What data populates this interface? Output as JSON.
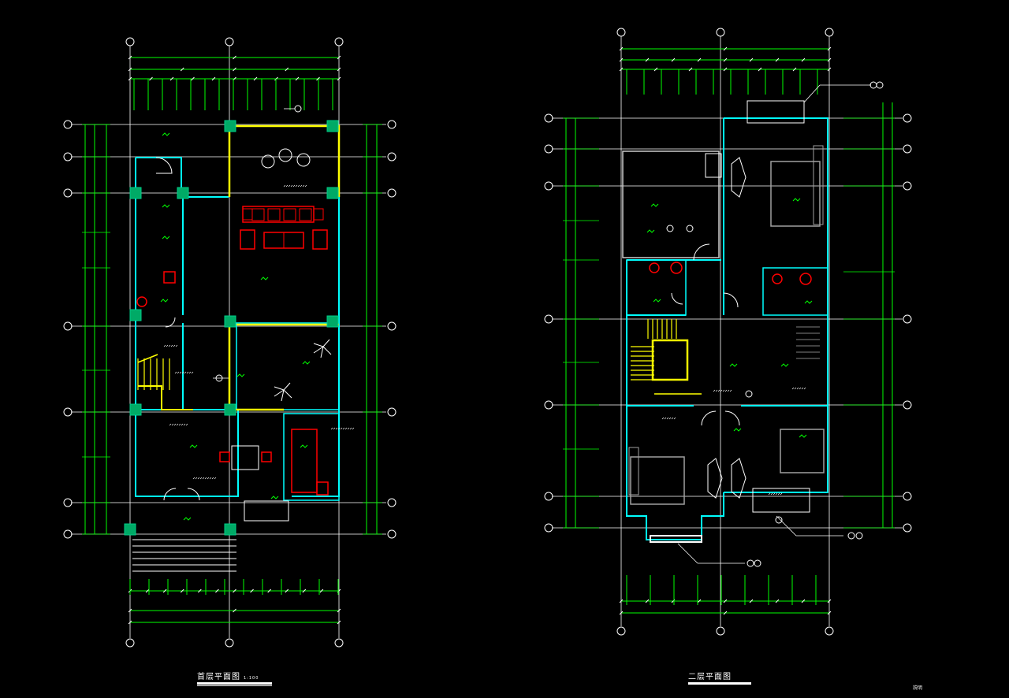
{
  "drawing": {
    "background": "#000000",
    "colors": {
      "axis": "#ffffff",
      "dimension": "#00ff00",
      "wall": "#00ffff",
      "furniture_red": "#ff0000",
      "stair_yellow": "#ffff00",
      "fixture_gray": "#a0a0a0"
    },
    "plans": [
      {
        "id": "plan-1",
        "title": "首层平面图",
        "scale": "1:100"
      },
      {
        "id": "plan-2",
        "title": "二层平面图",
        "scale": ""
      }
    ],
    "corner_note": "説明"
  }
}
